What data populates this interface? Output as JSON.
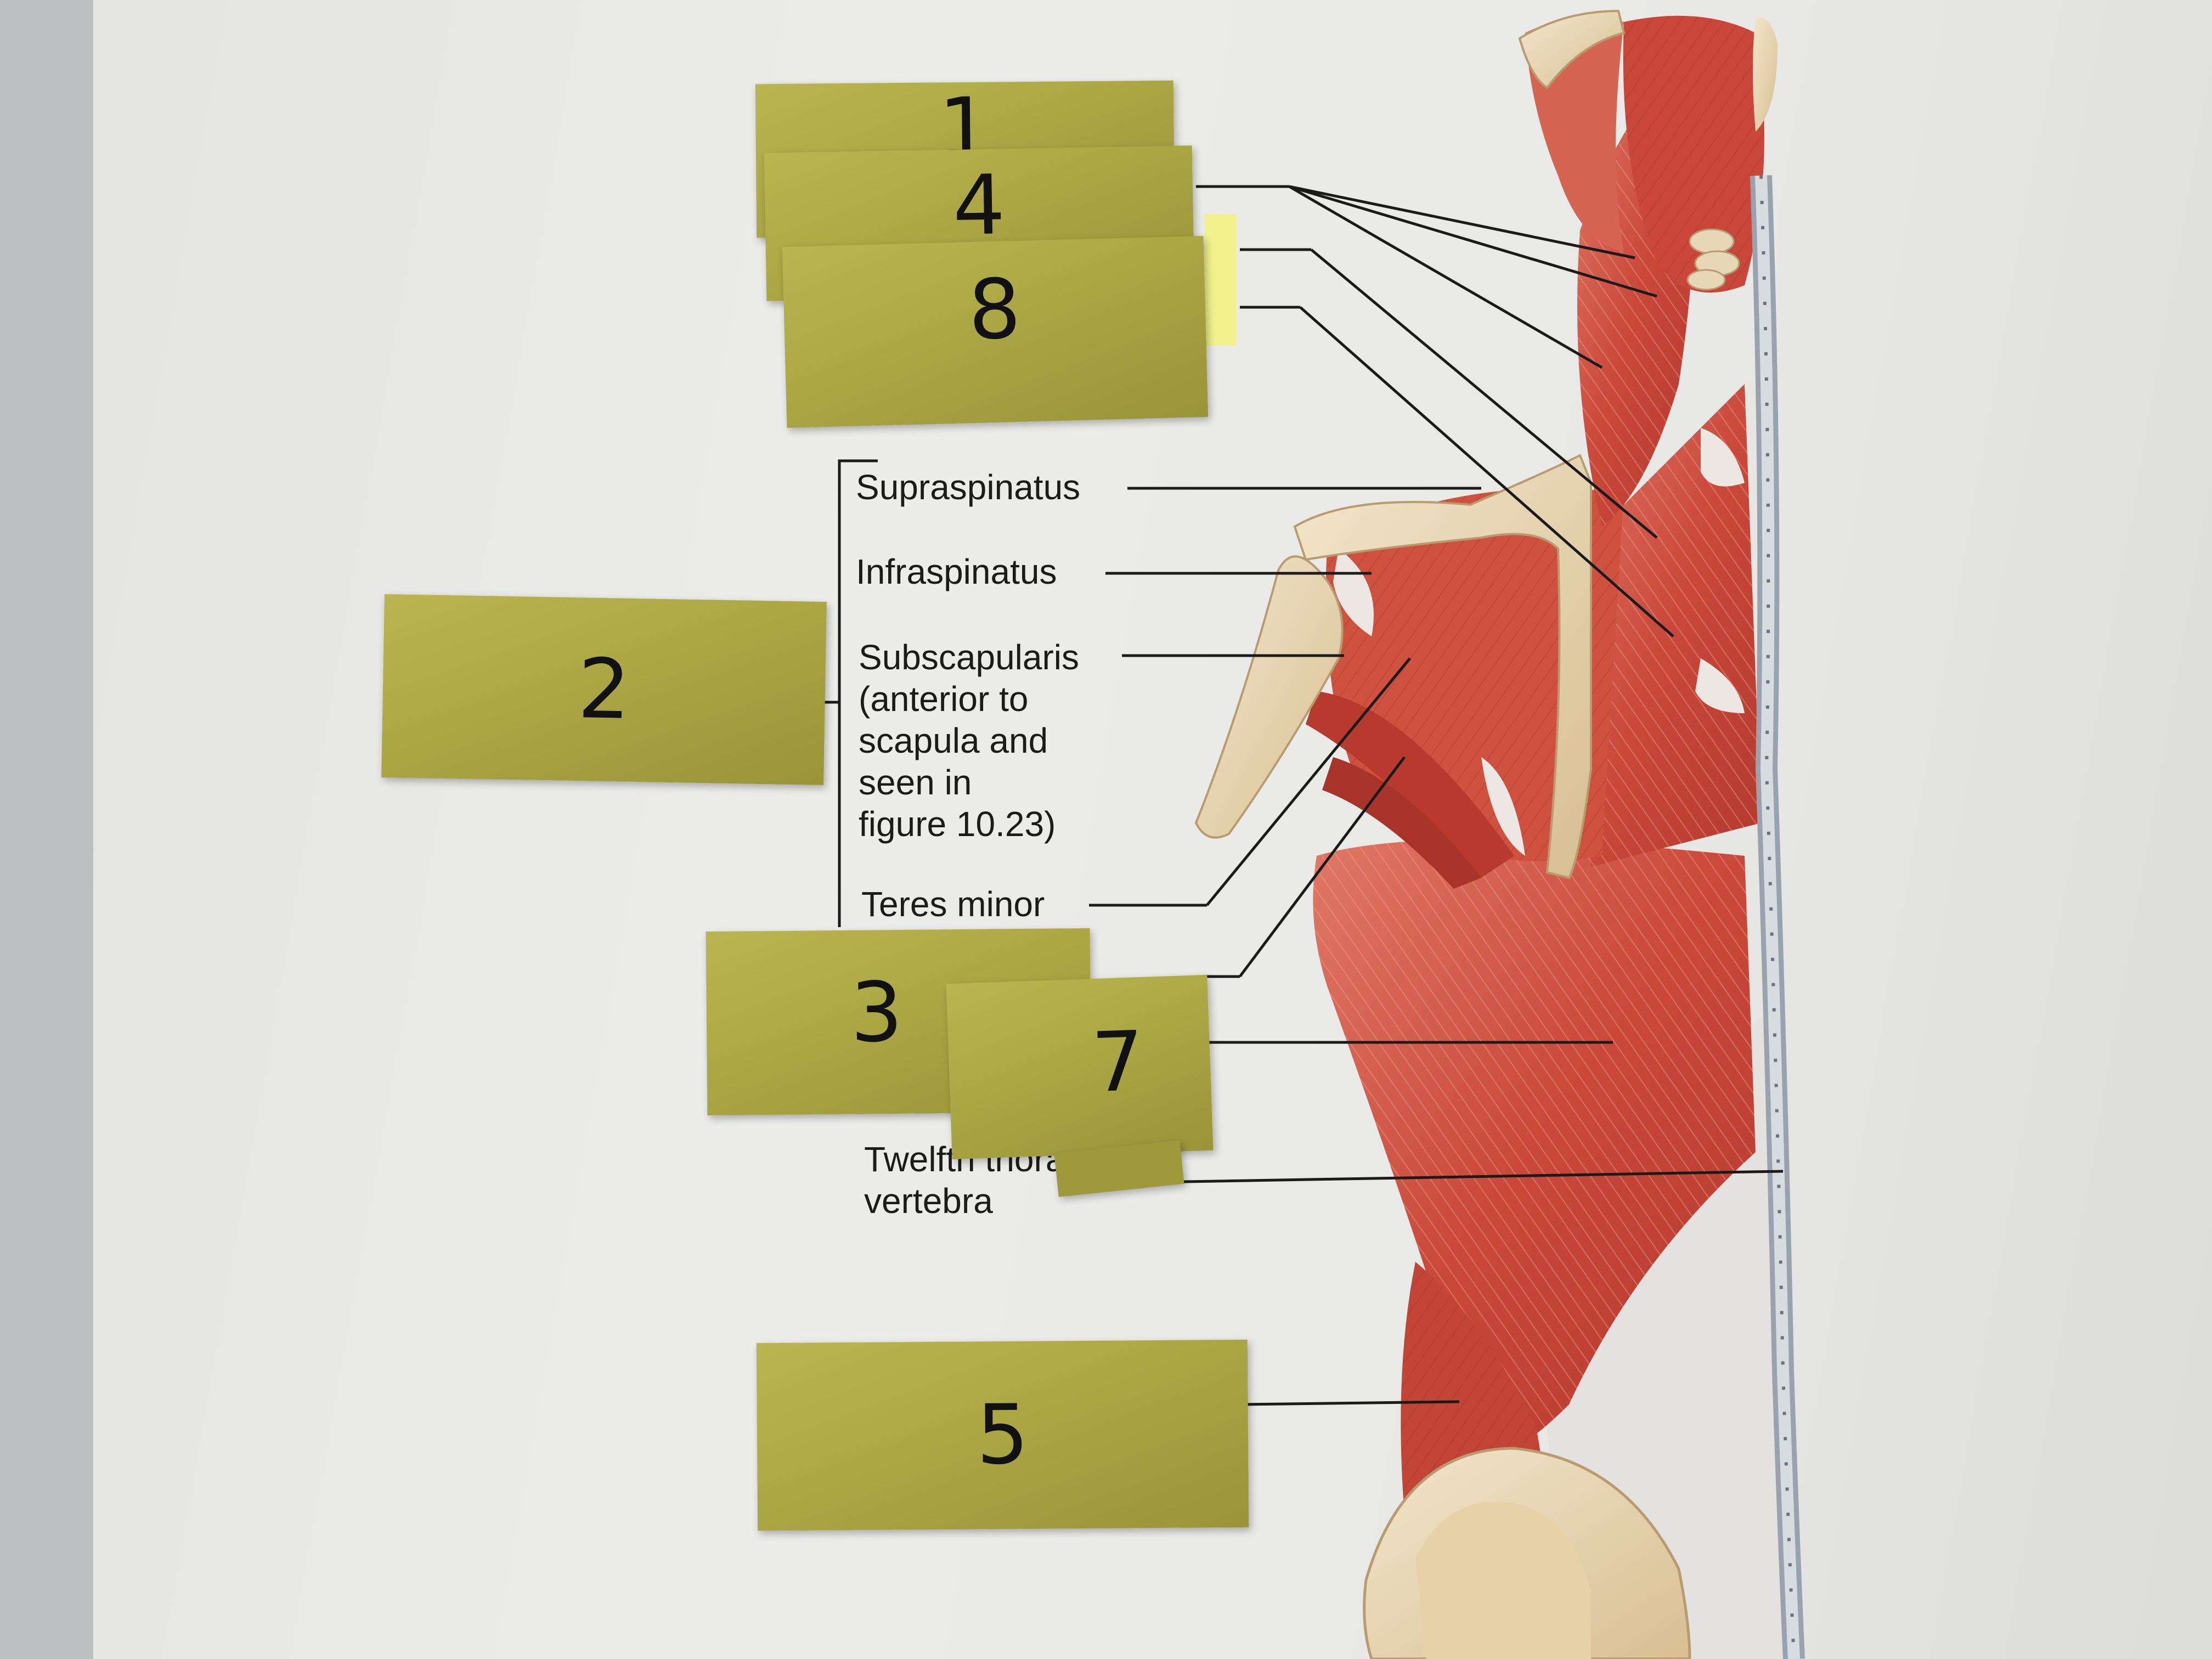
{
  "labels": {
    "supraspinatus": "Supraspinatus",
    "infraspinatus": "Infraspinatus",
    "subscapularis": "Subscapularis\n(anterior to\nscapula and\nseen in\nfigure 10.23)",
    "teres_minor": "Teres minor",
    "twelfth_thoracic": "Twelfth thoracic\nvertebra"
  },
  "sticky_notes": [
    {
      "id": "note-1",
      "number": "1"
    },
    {
      "id": "note-4",
      "number": "4"
    },
    {
      "id": "note-8",
      "number": "8"
    },
    {
      "id": "note-2",
      "number": "2"
    },
    {
      "id": "note-3",
      "number": "3"
    },
    {
      "id": "note-7",
      "number": "7"
    },
    {
      "id": "note-5",
      "number": "5"
    }
  ],
  "colors": {
    "paper": "#e9e9e7",
    "muscle": "#c8493b",
    "muscle_light": "#e57d6c",
    "bone": "#ead6b3",
    "tendon": "#ece7e3",
    "sticky_note": "#a8a443",
    "highlighter": "#f1f28a"
  }
}
